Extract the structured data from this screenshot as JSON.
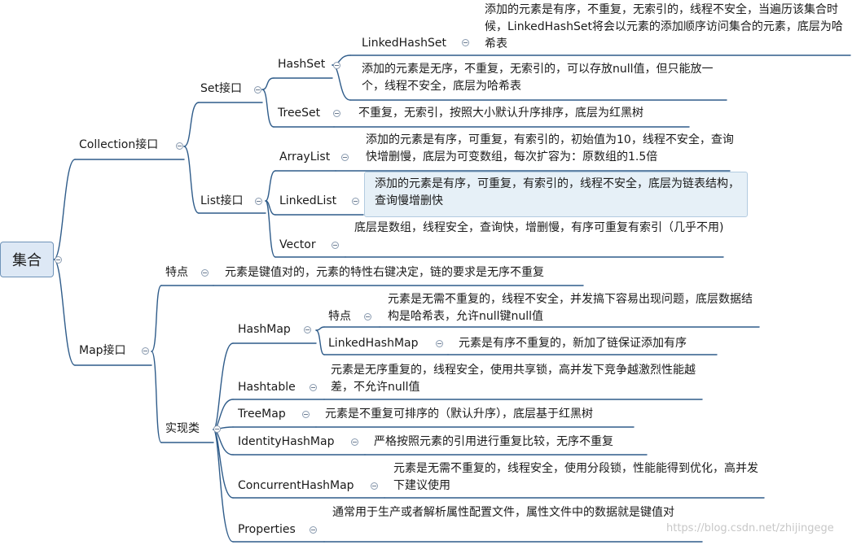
{
  "root": "集合",
  "collection": {
    "label": "Collection接口",
    "set": {
      "label": "Set接口",
      "hashset": {
        "label": "HashSet",
        "desc": "添加的元素是无序，不重复，无索引的，可以存放null值，但只能放一个，线程不安全，底层为哈希表",
        "linkedhashset": {
          "label": "LinkedHashSet",
          "desc": "添加的元素是有序，不重复，无索引的，线程不安全，当遍历该集合时候，LinkedHashSet将会以元素的添加顺序访问集合的元素，底层为哈希表"
        }
      },
      "treeset": {
        "label": "TreeSet",
        "desc": "不重复，无索引，按照大小默认升序排序，底层为红黑树"
      }
    },
    "list": {
      "label": "List接口",
      "arraylist": {
        "label": "ArrayList",
        "desc": "添加的元素是有序，可重复，有索引的，初始值为10，线程不安全，查询快增删慢，底层为可变数组，每次扩容为：原数组的1.5倍"
      },
      "linkedlist": {
        "label": "LinkedList",
        "desc": "添加的元素是有序，可重复，有索引的，线程不安全，底层为链表结构，查询慢增删快"
      },
      "vector": {
        "label": "Vector",
        "desc": "底层是数组，线程安全，查询快，增删慢，有序可重复有索引（几乎不用)"
      }
    }
  },
  "map": {
    "label": "Map接口",
    "feature": {
      "label": "特点",
      "desc": "元素是键值对的，元素的特性右键决定，链的要求是无序不重复"
    },
    "impl": {
      "label": "实现类",
      "hashmap": {
        "label": "HashMap",
        "feature": {
          "label": "特点",
          "desc": "元素是无需不重复的，线程不安全，并发搞下容易出现问题，底层数据结构是哈希表，允许null键null值"
        },
        "linkedhashmap": {
          "label": "LinkedHashMap",
          "desc": "元素是有序不重复的，新加了链保证添加有序"
        }
      },
      "hashtable": {
        "label": "Hashtable",
        "desc": "元素是无序重复的，线程安全，使用共享锁，高并发下竞争越激烈性能越差，不允许null值"
      },
      "treemap": {
        "label": "TreeMap",
        "desc": "元素是不重复可排序的（默认升序），底层基于红黑树"
      },
      "identityhashmap": {
        "label": "IdentityHashMap",
        "desc": "严格按照元素的引用进行重复比较，无序不重复"
      },
      "concurrenthashmap": {
        "label": "ConcurrentHashMap",
        "desc": "元素是无需不重复的，线程安全，使用分段锁，性能能得到优化，高并发下建议使用"
      },
      "properties": {
        "label": "Properties",
        "desc": "通常用于生产或者解析属性配置文件，属性文件中的数据就是键值对"
      }
    }
  },
  "watermark": "https://blog.csdn.net/zhijingege",
  "colors": {
    "line": "#2f5c8a",
    "root_fill": "#dde8f5",
    "selected_fill": "#e6f0f7"
  }
}
